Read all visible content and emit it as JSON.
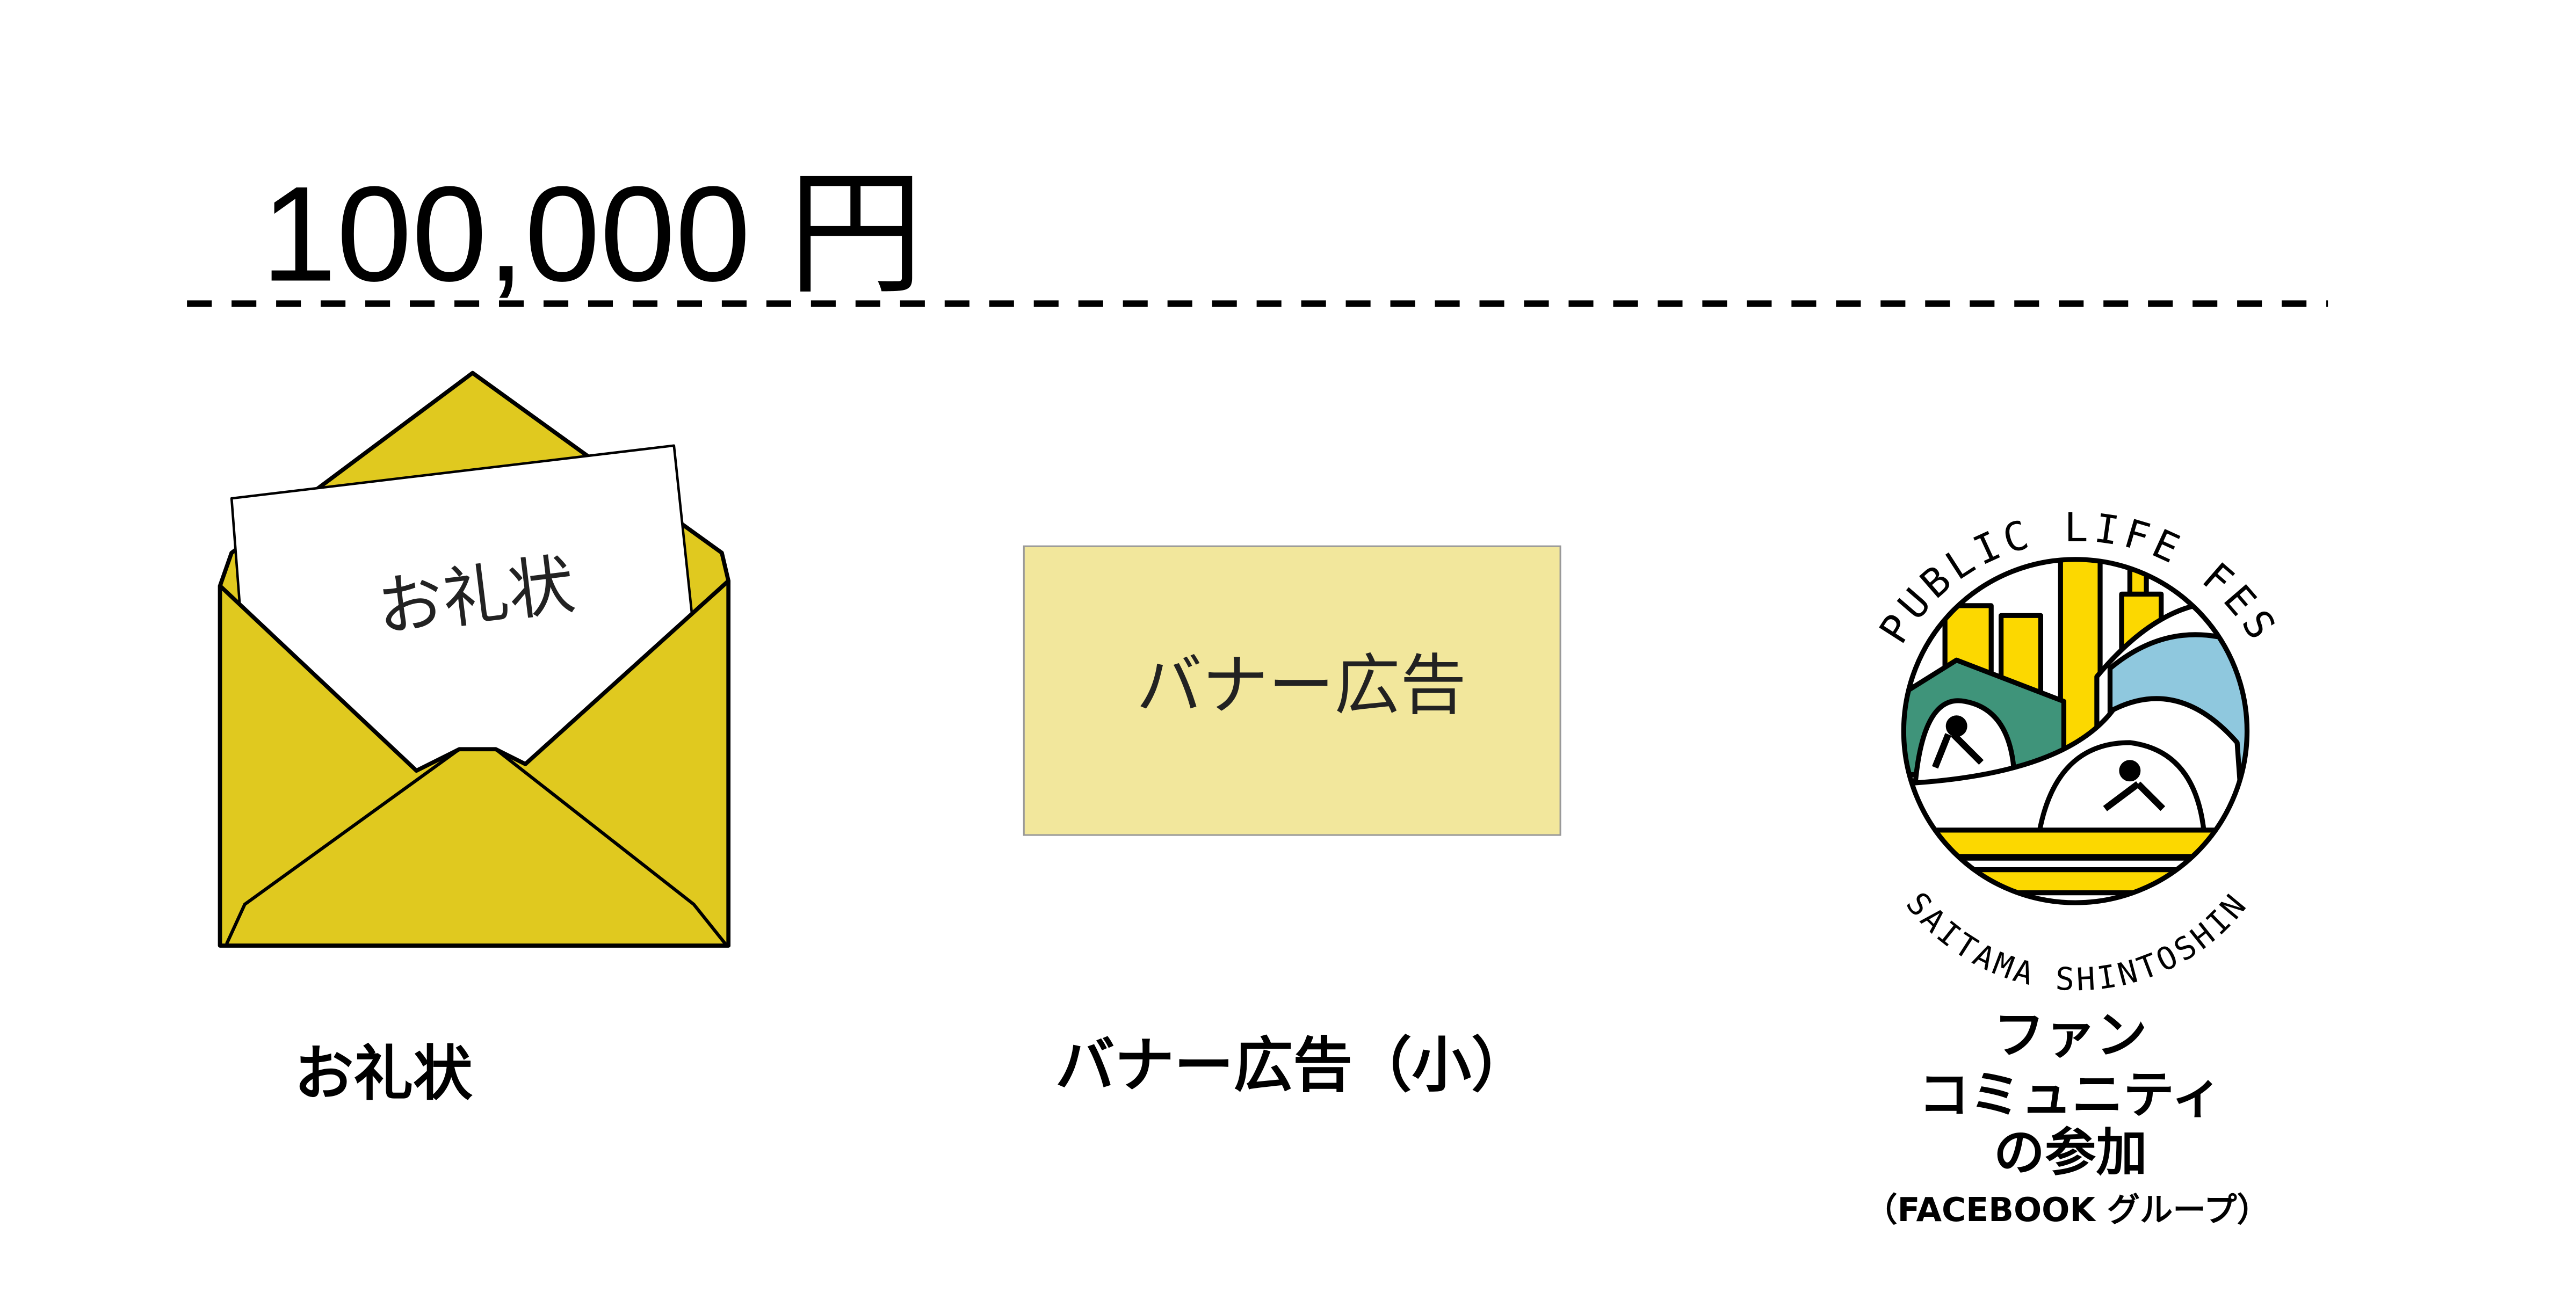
{
  "price": "100,000 円",
  "colors": {
    "envelope": "#e0c91f",
    "banner": "#f2e79c",
    "logo_yellow": "#fcd800",
    "logo_green": "#3f947a",
    "logo_blue": "#8fc8de"
  },
  "items": [
    {
      "icon": "envelope-letter-icon",
      "icon_text": "お礼状",
      "label": "お礼状"
    },
    {
      "icon": "banner-ad-icon",
      "icon_text": "バナー広告",
      "label": "バナー広告（小）"
    },
    {
      "icon": "public-life-fes-logo",
      "logo_top": "PUBLIC LIFE FES",
      "logo_bottom": "SAITAMA SHINTOSHIN",
      "label_lines": [
        "ファン",
        "コミュニティ",
        "の参加"
      ],
      "label_note": "（FACEBOOK グループ）"
    }
  ]
}
